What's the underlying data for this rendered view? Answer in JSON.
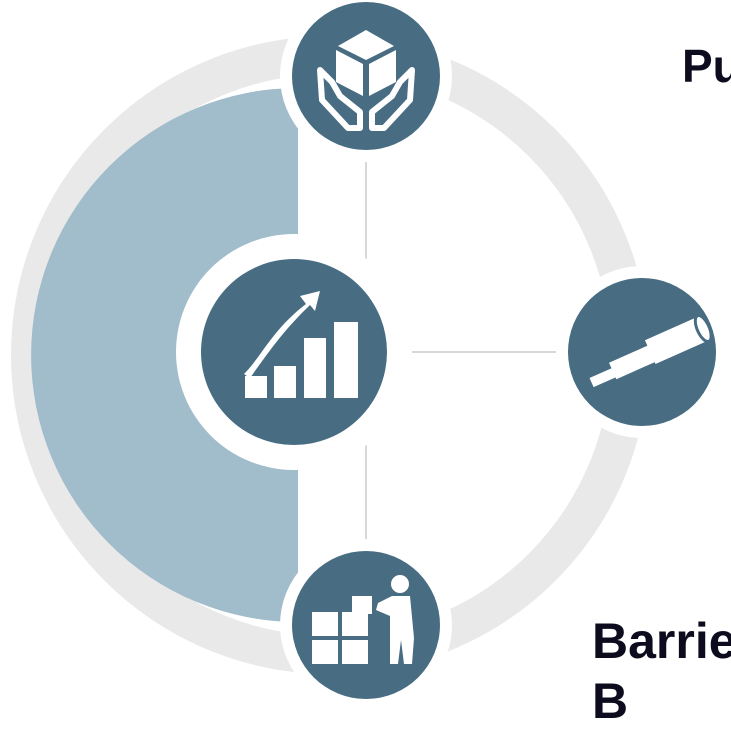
{
  "labels": {
    "top_right": "Pu",
    "bottom_right_line1": "Barrie",
    "bottom_right_line2": "B"
  },
  "icons": {
    "top": "hands-holding-box-icon",
    "center": "growth-chart-icon",
    "right": "telescope-icon",
    "bottom": "person-assembling-puzzle-icon"
  },
  "colors": {
    "ring": "#e9e9e9",
    "half_fill": "#a1bccb",
    "node": "#486d83",
    "node_border": "#ffffff",
    "connector": "#d8d8d8",
    "text": "#0c0c1e"
  }
}
